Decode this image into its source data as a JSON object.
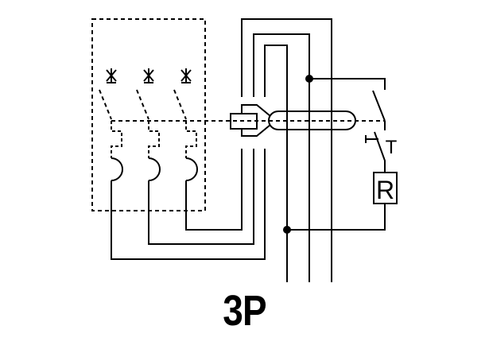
{
  "title": "3P",
  "resistor_label": "R",
  "test_label": "T",
  "colors": {
    "line": "#000000",
    "background": "#ffffff"
  }
}
